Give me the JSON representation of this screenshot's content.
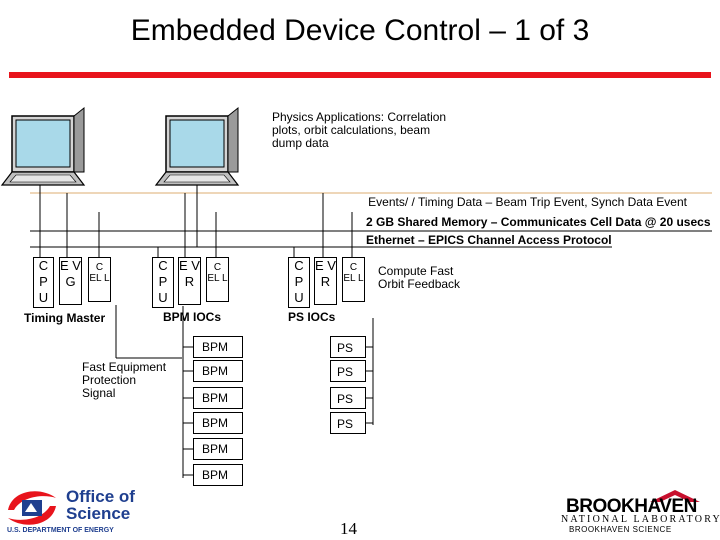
{
  "title": "Embedded Device Control – 1 of 3",
  "physics_label_lines": [
    "Physics Applications: Correlation",
    "plots, orbit calculations, beam",
    "dump data"
  ],
  "bus_events": "Events/ / Timing Data – Beam Trip Event, Synch Data Event",
  "bus_memory": "2 GB Shared Memory – Communicates Cell Data @ 20 usecs",
  "bus_ethernet": "Ethernet – EPICS Channel Access Protocol",
  "chip_cpu": "C P U",
  "chip_evg": "E V G",
  "chip_evr": "E V R",
  "chip_cel": "C EL L",
  "label_timing_master": "Timing Master",
  "label_bpm_iocs": "BPM IOCs",
  "label_ps_iocs": "PS IOCs",
  "label_compute_lines": [
    "Compute Fast",
    "Orbit Feedback"
  ],
  "label_fast_lines": [
    "Fast Equipment",
    "Protection",
    "Signal"
  ],
  "bpm_label": "BPM",
  "ps_label": "PS",
  "page_number": "14",
  "logo_office": [
    "Office of",
    "Science"
  ],
  "logo_doe": "U.S. DEPARTMENT OF ENERGY",
  "logo_brookhaven": "BROOKHAVEN",
  "logo_national_lab": "NATIONAL LABORATORY",
  "logo_bsa": "BROOKHAVEN SCIENCE",
  "colors": {
    "accent_red": "#e8141c",
    "events_line": "#e8c9a0",
    "monitor_blue": "#a9d9e9",
    "logo_blue": "#1f3f8f"
  }
}
